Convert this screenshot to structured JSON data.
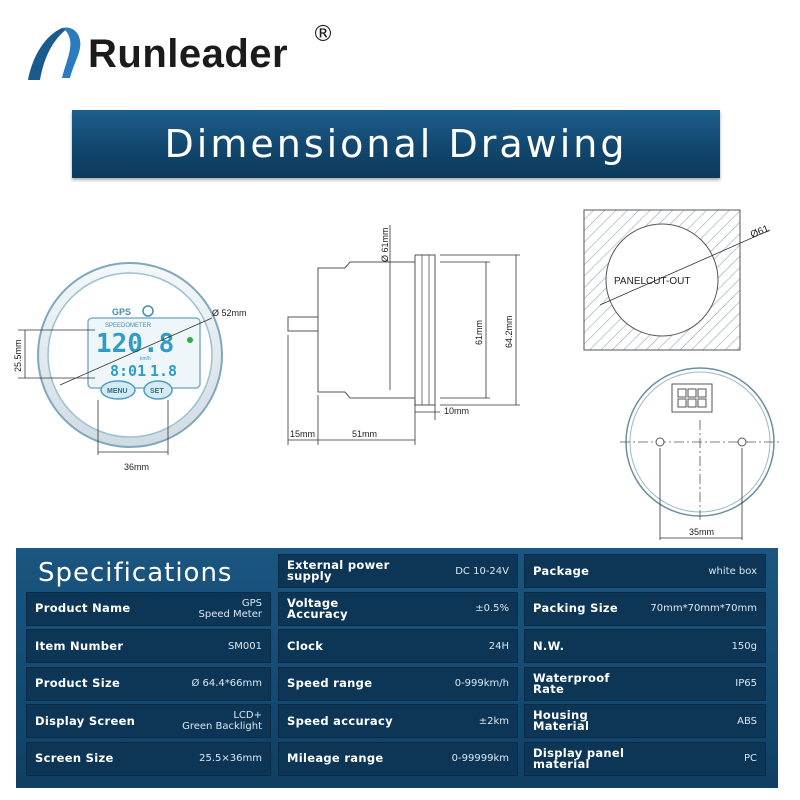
{
  "brand": {
    "name": "Runleader",
    "registered_mark": "®",
    "accent_color": "#1b5a8c"
  },
  "banner": {
    "title": "Dimensional Drawing",
    "color": "#12476e"
  },
  "drawing": {
    "front_view": {
      "diameter_label": "Ø 52mm",
      "height_label": "25.5mm",
      "width_label": "36mm",
      "display": {
        "brand": "GPS",
        "subtitle": "SPEEDOMETER",
        "speed": "120.8",
        "speed_unit": "km/h",
        "clock": "8:01",
        "mileage": "1.8",
        "menu_button": "MENU",
        "set_button": "SET"
      }
    },
    "side_view": {
      "diameter_label": "Ø 61mm",
      "height_label_1": "61mm",
      "height_label_2": "64.2mm",
      "length_1": "15mm",
      "length_2": "51mm",
      "length_3": "10mm"
    },
    "panel_cutout": {
      "label": "PANELCUT-OUT",
      "diameter_label": "Ø61"
    },
    "rear_view": {
      "width_label": "35mm"
    }
  },
  "specifications": {
    "title": "Specifications",
    "columns": [
      [
        {
          "label": "Product Name",
          "value": "GPS\nSpeed Meter"
        },
        {
          "label": "Item Number",
          "value": "SM001"
        },
        {
          "label": "Product Size",
          "value": "Ø 64.4*66mm"
        },
        {
          "label": "Display Screen",
          "value": "LCD+\nGreen Backlight"
        },
        {
          "label": "Screen Size",
          "value": "25.5×36mm"
        }
      ],
      [
        {
          "label": "External power\nsupply",
          "value": "DC 10-24V"
        },
        {
          "label": "Voltage\nAccuracy",
          "value": "±0.5%"
        },
        {
          "label": "Clock",
          "value": "24H"
        },
        {
          "label": "Speed range",
          "value": "0-999km/h"
        },
        {
          "label": "Speed accuracy",
          "value": "±2km"
        },
        {
          "label": "Mileage range",
          "value": "0-99999km"
        }
      ],
      [
        {
          "label": "Package",
          "value": "white box"
        },
        {
          "label": "Packing Size",
          "value": "70mm*70mm*70mm"
        },
        {
          "label": "N.W.",
          "value": "150g"
        },
        {
          "label": "Waterproof\nRate",
          "value": "IP65"
        },
        {
          "label": "Housing\nMaterial",
          "value": "ABS"
        },
        {
          "label": "Display panel\nmaterial",
          "value": "PC"
        }
      ]
    ]
  }
}
